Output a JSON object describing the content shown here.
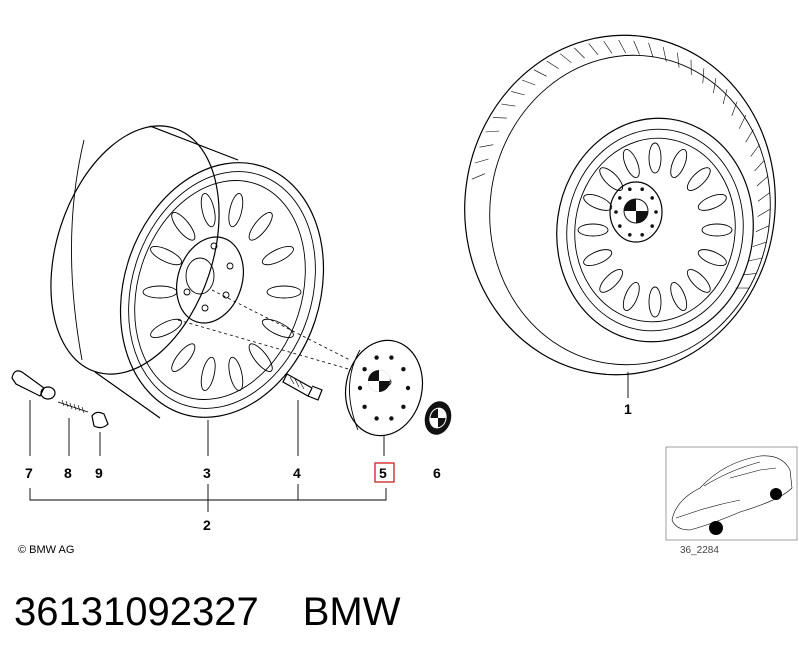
{
  "callouts": {
    "p1": "1",
    "p2": "2",
    "p3": "3",
    "p4": "4",
    "p5": "5",
    "p6": "6",
    "p7": "7",
    "p8": "8",
    "p9": "9"
  },
  "copyright": "© BMW AG",
  "thumbnail_caption": "36_2284",
  "footer": {
    "part_number": "36131092327",
    "brand": "BMW"
  },
  "highlight_color": "#d32f2f"
}
